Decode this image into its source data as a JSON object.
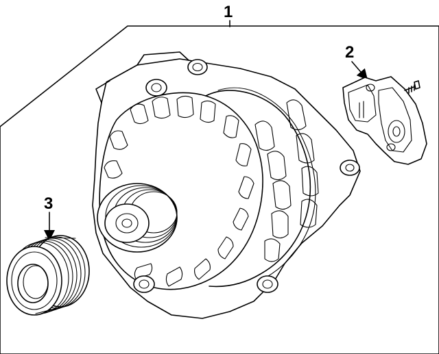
{
  "diagram": {
    "callouts": [
      {
        "id": "callout-1",
        "label": "1"
      },
      {
        "id": "callout-2",
        "label": "2"
      },
      {
        "id": "callout-3",
        "label": "3"
      }
    ]
  }
}
